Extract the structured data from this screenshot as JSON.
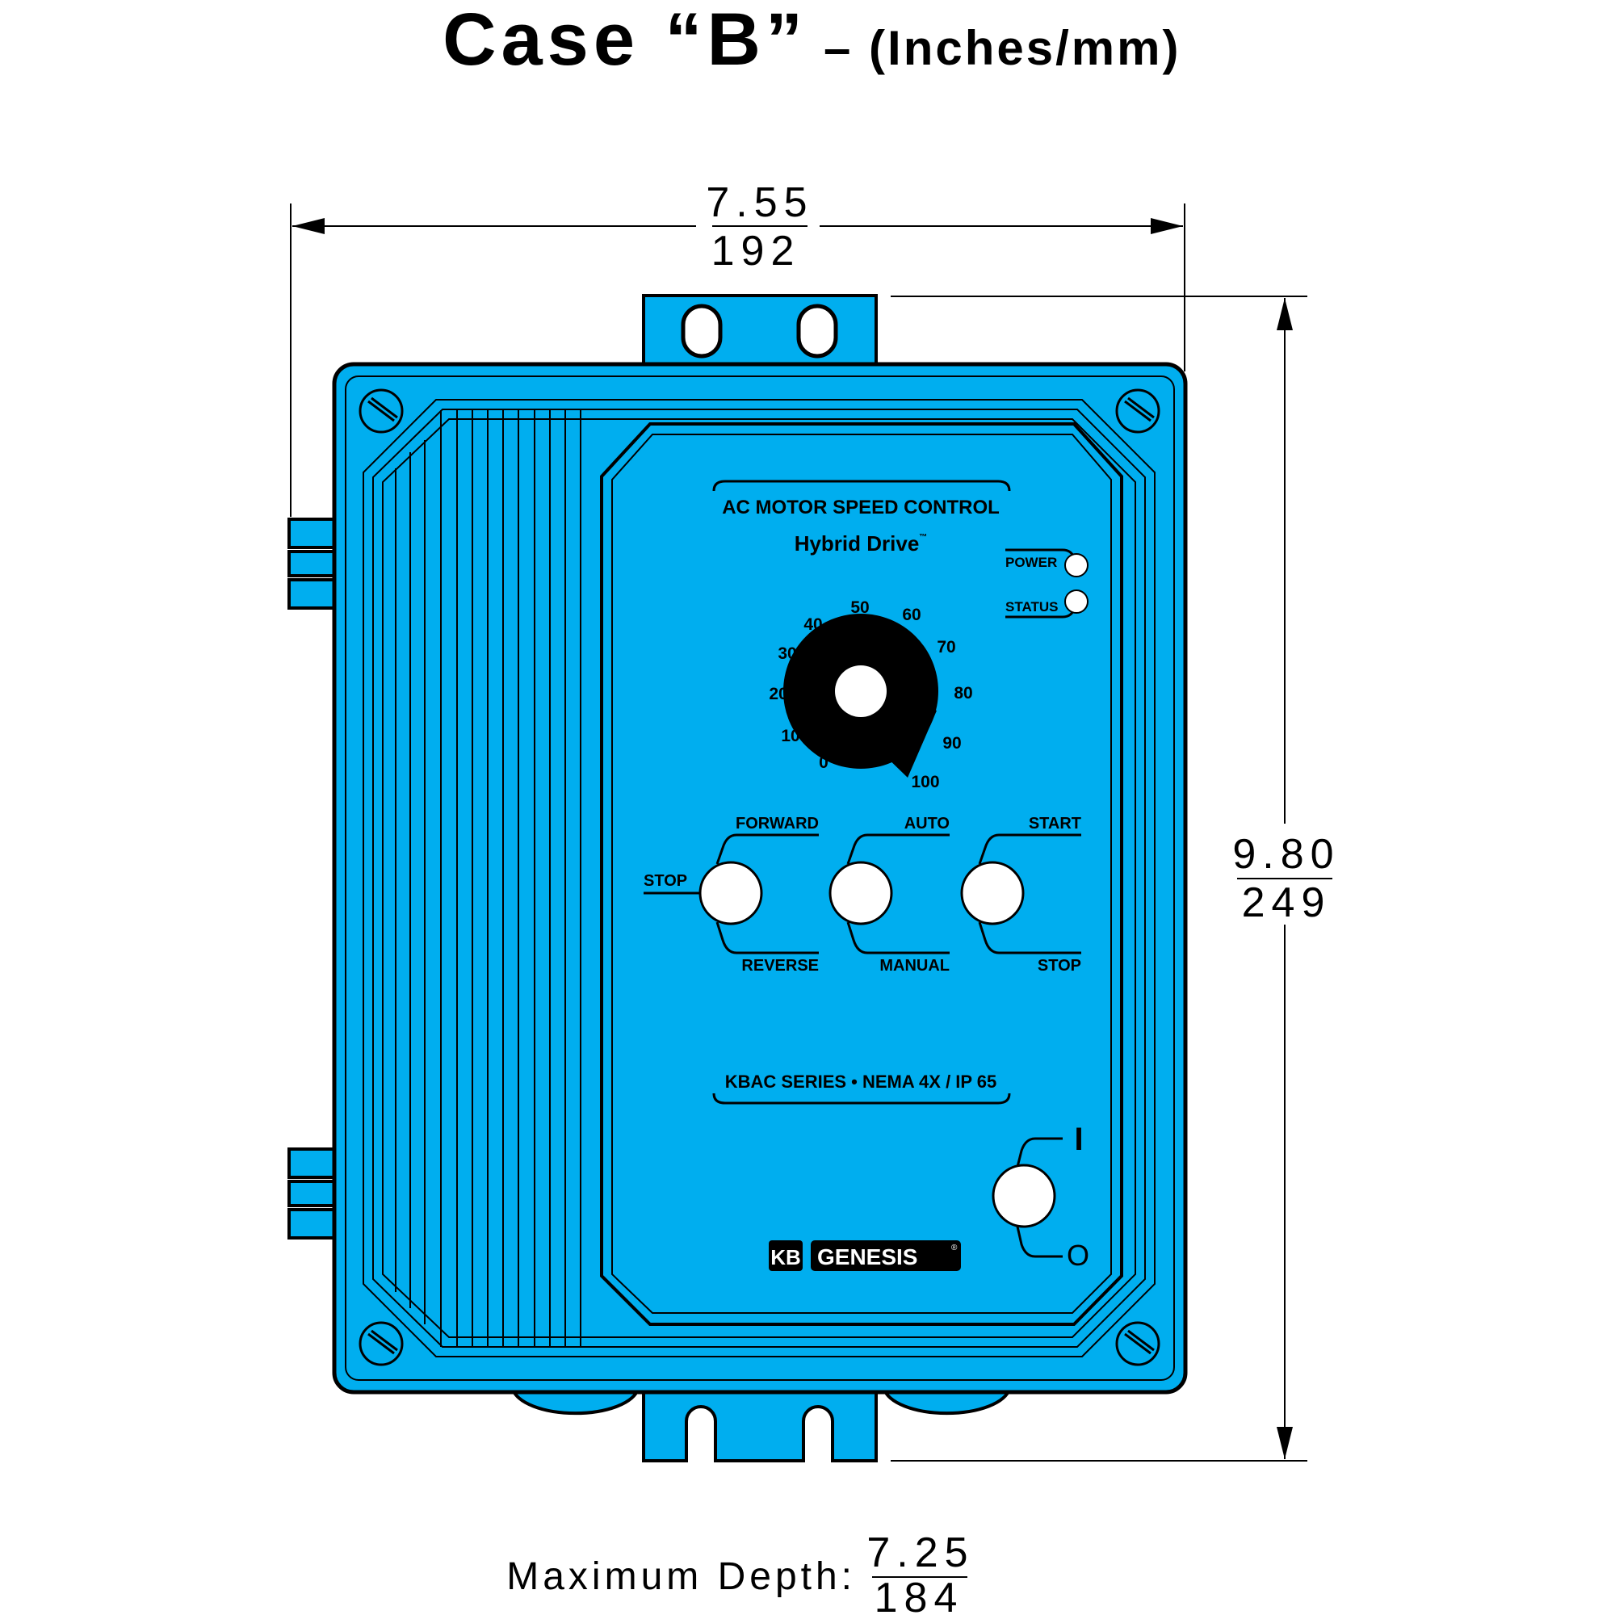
{
  "title": {
    "main": "Case “B”",
    "suffix": "– (Inches/mm)"
  },
  "dimensions": {
    "width": {
      "inches": "7.55",
      "mm": "192"
    },
    "height": {
      "inches": "9.80",
      "mm": "249"
    },
    "depth": {
      "label": "Maximum Depth:",
      "inches": "7.25",
      "mm": "184"
    }
  },
  "panel": {
    "heading": "AC MOTOR SPEED CONTROL",
    "product": "Hybrid Drive",
    "trademark": "™",
    "leds": [
      {
        "label": "POWER"
      },
      {
        "label": "STATUS"
      }
    ],
    "dial_labels": [
      "0",
      "10",
      "20",
      "30",
      "40",
      "50",
      "60",
      "70",
      "80",
      "90",
      "100"
    ],
    "switches": {
      "direction": {
        "top": "FORWARD",
        "left": "STOP",
        "bottom": "REVERSE"
      },
      "mode": {
        "top": "AUTO",
        "bottom": "MANUAL"
      },
      "run": {
        "top": "START",
        "bottom": "STOP"
      }
    },
    "series": "KBAC SERIES • NEMA 4X / IP 65",
    "power_switch": {
      "on": "I",
      "off": "O"
    },
    "logo": {
      "kb": "KB",
      "brand": "GENESIS",
      "registered": "®"
    }
  },
  "colors": {
    "case": "#00AEEF",
    "outline": "#000000"
  }
}
